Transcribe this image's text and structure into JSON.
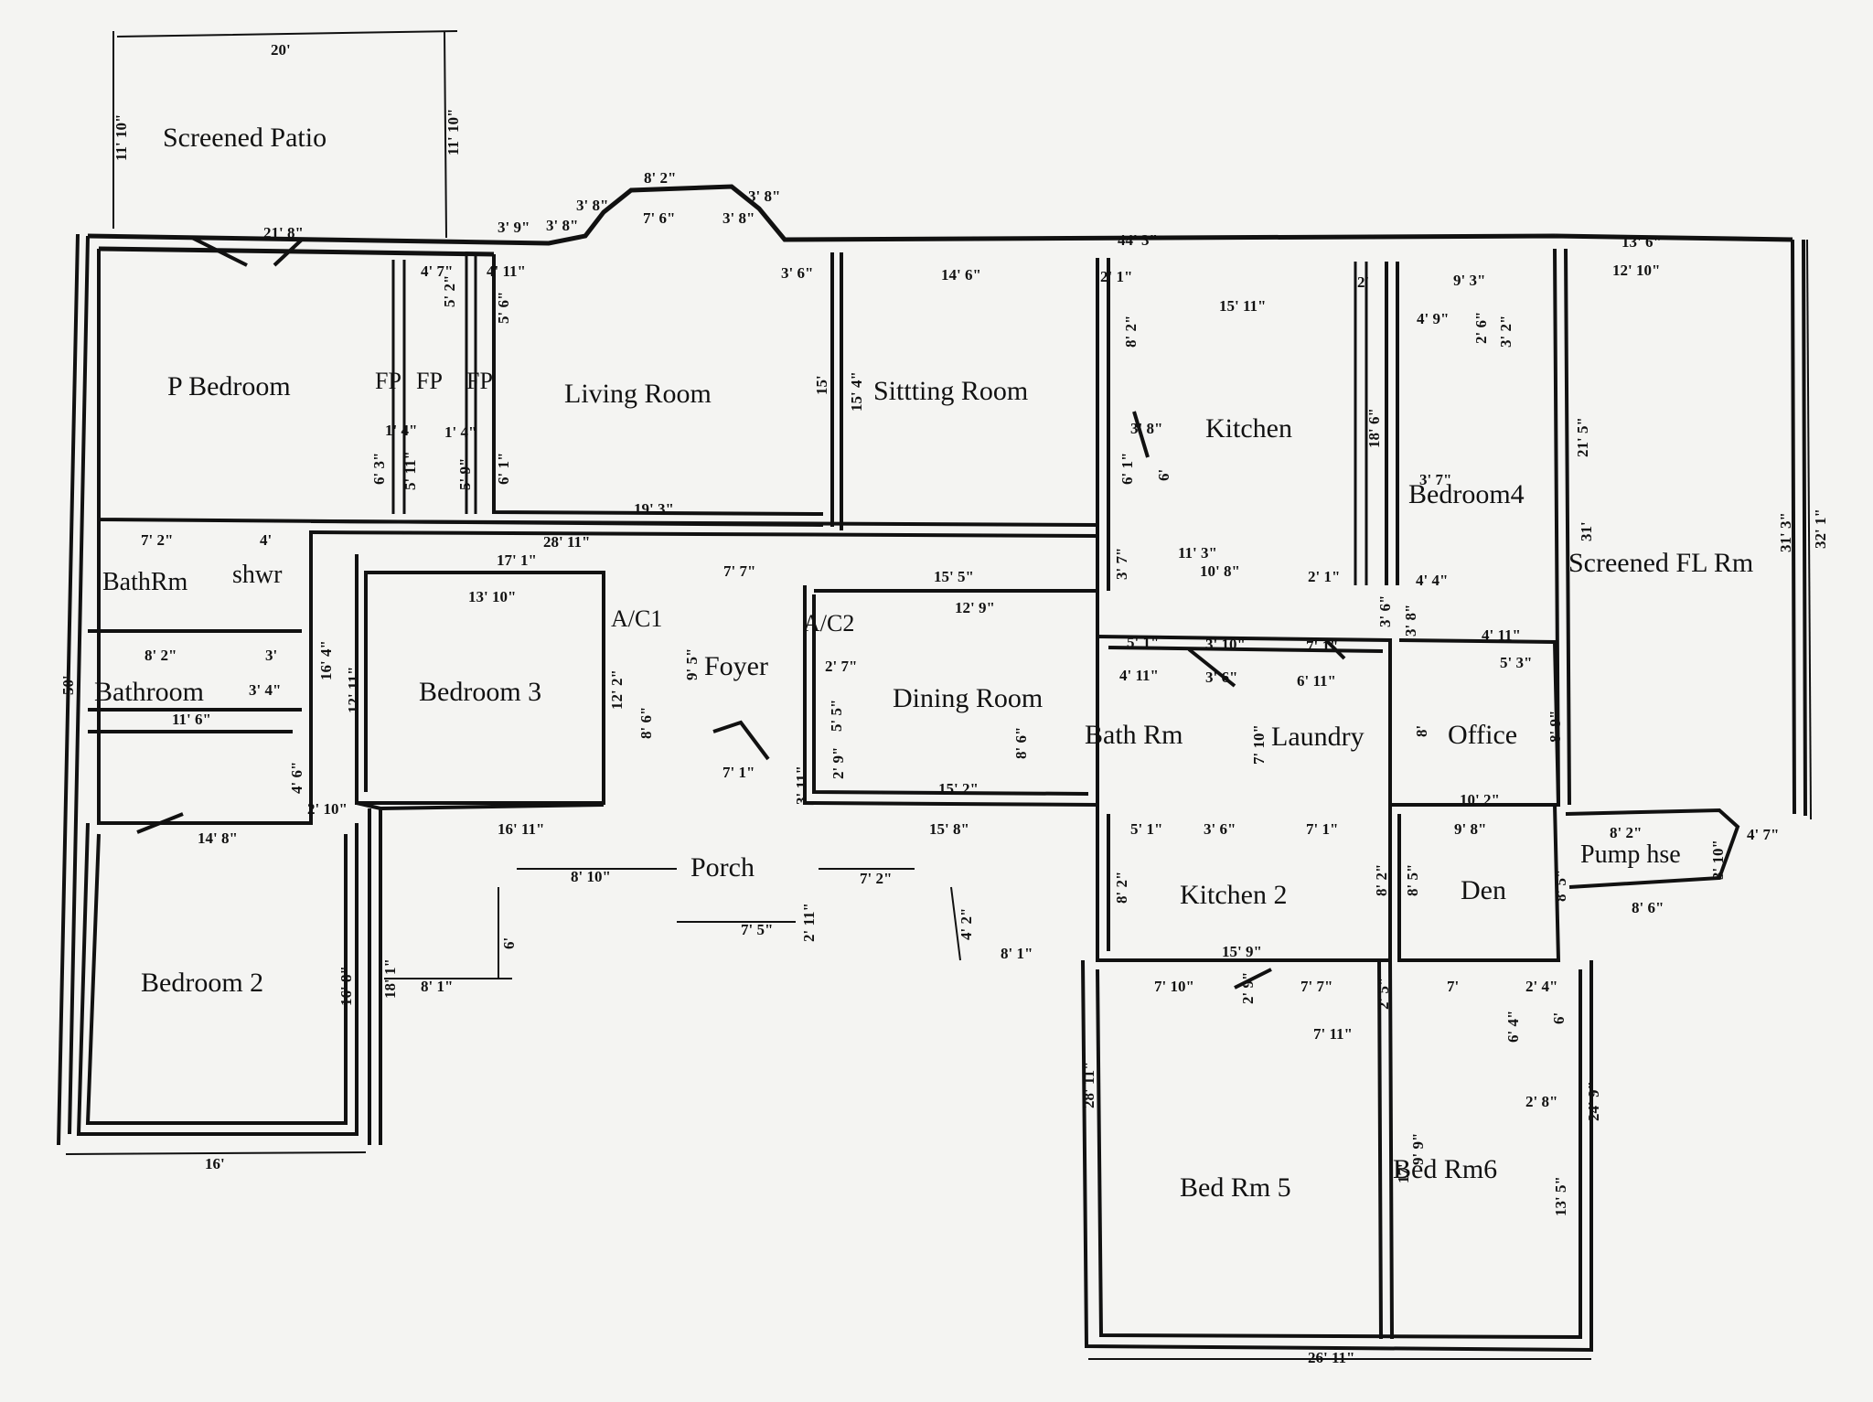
{
  "plan": {
    "rooms": {
      "screened_patio": "Screened Patio",
      "p_bedroom": "P Bedroom",
      "living_room": "Living Room",
      "sitting_room": "Sittting Room",
      "kitchen": "Kitchen",
      "bedroom4": "Bedroom4",
      "screened_fl_rm": "Screened FL Rm",
      "bathrm": "BathRm",
      "shwr": "shwr",
      "bathroom": "Bathroom",
      "bedroom3": "Bedroom 3",
      "ac1": "A/C1",
      "foyer": "Foyer",
      "ac2": "A/C2",
      "dining_room": "Dining Room",
      "bath_rm": "Bath Rm",
      "laundry": "Laundry",
      "office": "Office",
      "bedroom2": "Bedroom 2",
      "porch": "Porch",
      "kitchen2": "Kitchen 2",
      "den": "Den",
      "pump_hse": "Pump hse",
      "bed_rm5": "Bed Rm 5",
      "bed_rm6": "Bed Rm6",
      "fp1": "FP",
      "fp2": "FP",
      "fp3": "FP"
    },
    "dims": [
      "20'",
      "11' 10\"",
      "11' 10\"",
      "21' 8\"",
      "3' 9\"",
      "3' 8\"",
      "8' 2\"",
      "7' 6\"",
      "3' 8\"",
      "3' 8\"",
      "3' 8\"",
      "44' 3\"",
      "13' 6\"",
      "12' 10\"",
      "4' 7\"",
      "4' 11\"",
      "5' 2\"",
      "5' 6\"",
      "3' 6\"",
      "14' 6\"",
      "2' 1\"",
      "15' 11\"",
      "2'",
      "9' 3\"",
      "4' 9\"",
      "3' 2\"",
      "2' 6\"",
      "8' 2\"",
      "15' 4\"",
      "15'",
      "1' 4\"",
      "1' 4\"",
      "6' 3\"",
      "5' 11\"",
      "5' 9\"",
      "6' 1\"",
      "19' 3\"",
      "18' 6\"",
      "3' 8\"",
      "6' 1\"",
      "6'",
      "3' 7\"",
      "21' 5\"",
      "31'",
      "31' 3\"",
      "32' 1\"",
      "7' 2\"",
      "4'",
      "28' 11\"",
      "17' 1\"",
      "7' 7\"",
      "15' 5\"",
      "11' 3\"",
      "10' 8\"",
      "2' 1\"",
      "3' 7\"",
      "13' 10\"",
      "12' 9\"",
      "4' 4\"",
      "3' 6\"",
      "3' 8\"",
      "4' 11\"",
      "8' 2\"",
      "3'",
      "3' 4\"",
      "11' 6\"",
      "16' 4\"",
      "12' 11\"",
      "9' 5\"",
      "12' 2\"",
      "8' 6\"",
      "2' 7\"",
      "5' 5\"",
      "5' 1\"",
      "3' 10\"",
      "7' 1\"",
      "4' 11\"",
      "3' 6\"",
      "6' 11\"",
      "5' 3\"",
      "4' 6\"",
      "2' 10\"",
      "14' 8\"",
      "16' 11\"",
      "7' 1\"",
      "3' 11\"",
      "2' 9\"",
      "15' 2\"",
      "8' 6\"",
      "7' 10\"",
      "8' 9\"",
      "8'",
      "10' 2\"",
      "15' 8\"",
      "5' 1\"",
      "3' 6\"",
      "7' 1\"",
      "9' 8\"",
      "8' 2\"",
      "4' 7\"",
      "8' 10\"",
      "7' 2\"",
      "2' 11\"",
      "7' 5\"",
      "6'",
      "4' 2\"",
      "8' 1\"",
      "8' 2\"",
      "8' 2\"",
      "8' 5\"",
      "8' 5\"",
      "3' 10\"",
      "8' 6\"",
      "16' 8\"",
      "18' 1\"",
      "8' 1\"",
      "15' 9\"",
      "7' 10\"",
      "2' 9\"",
      "7' 7\"",
      "2' 5\"",
      "7'",
      "2' 4\"",
      "7' 11\"",
      "6' 4\"",
      "6'",
      "2' 8\"",
      "28' 11\"",
      "24' 9\"",
      "9' 9\"",
      "17'",
      "13' 5\"",
      "16'",
      "26' 11\"",
      "50'"
    ]
  }
}
